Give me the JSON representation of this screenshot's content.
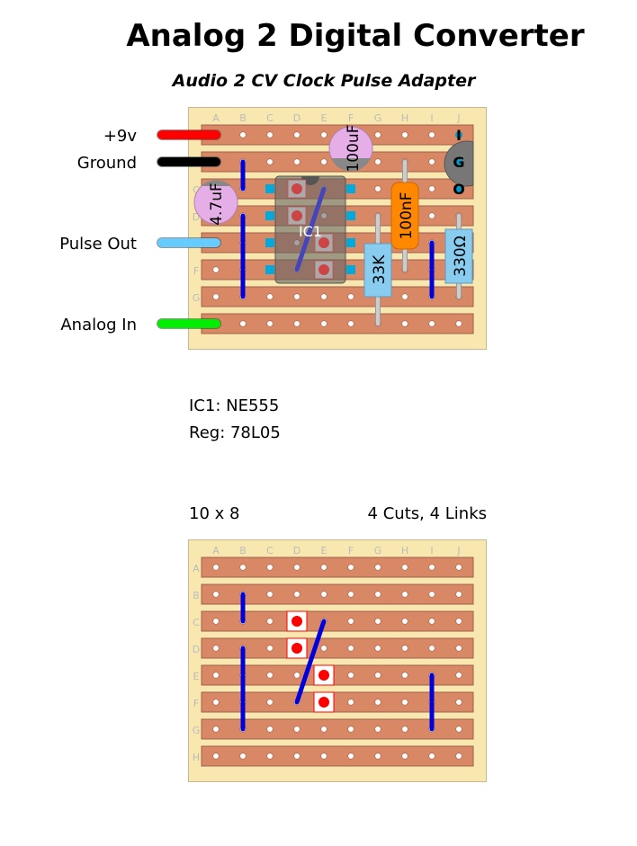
{
  "title": "Analog 2 Digital Converter",
  "subtitle": "Audio 2 CV Clock Pulse Adapter",
  "columns": [
    "A",
    "B",
    "C",
    "D",
    "E",
    "F",
    "G",
    "H",
    "I",
    "J"
  ],
  "rows": [
    "A",
    "B",
    "C",
    "D",
    "E",
    "F",
    "G",
    "H"
  ],
  "wires": [
    {
      "label": "+9v",
      "color": "#ff0000",
      "row": 0
    },
    {
      "label": "Ground",
      "color": "#000000",
      "row": 1
    },
    {
      "label": "Pulse Out",
      "color": "#66ccff",
      "row": 4
    },
    {
      "label": "Analog In",
      "color": "#00ee00",
      "row": 7
    }
  ],
  "components": {
    "ic": "IC1",
    "cap_100uf": "100uF",
    "cap_47uf": "4.7uF",
    "cap_100nf": "100nF",
    "res_33k": "33K",
    "res_330": "330Ω",
    "regulator_pins": [
      "I",
      "G",
      "O"
    ]
  },
  "notes": {
    "ic": "IC1: NE555",
    "reg": "Reg: 78L05"
  },
  "board_size": "10 x 8",
  "summary": "4 Cuts, 4 Links",
  "links": [
    {
      "col": 1,
      "from": 1,
      "to": 2
    },
    {
      "col": 1,
      "from": 3,
      "to": 6
    },
    {
      "col": 8,
      "from": 4,
      "to": 6
    },
    {
      "col1": 4,
      "row1": 2,
      "col2": 3,
      "row2": 5
    }
  ],
  "cuts": [
    {
      "col": 3,
      "row": 2
    },
    {
      "col": 3,
      "row": 3
    },
    {
      "col": 4,
      "row": 4
    },
    {
      "col": 4,
      "row": 5
    }
  ]
}
